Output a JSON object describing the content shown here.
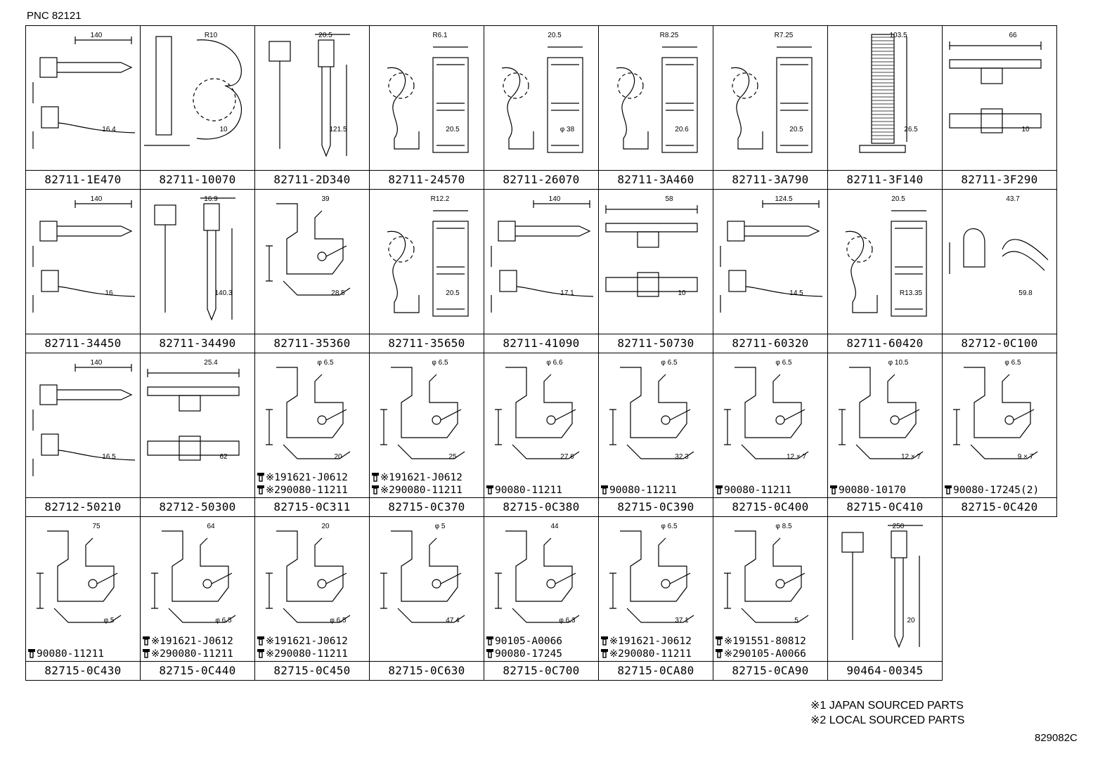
{
  "header": {
    "pnc": "PNC 82121"
  },
  "footer": {
    "notes": [
      "※1 JAPAN SOURCED PARTS",
      "※2 LOCAL SOURCED PARTS"
    ],
    "code": "829082C"
  },
  "rows": [
    [
      {
        "part": "82711-1E470",
        "dims": [
          "140",
          "16.4"
        ],
        "kind": "clip"
      },
      {
        "part": "82711-10070",
        "dims": [
          "R10",
          "10"
        ],
        "kind": "ring"
      },
      {
        "part": "82711-2D340",
        "dims": [
          "20.5",
          "121.5"
        ],
        "kind": "tie"
      },
      {
        "part": "82711-24570",
        "dims": [
          "R6.1",
          "20.5"
        ],
        "kind": "clamp"
      },
      {
        "part": "82711-26070",
        "dims": [
          "20.5",
          "φ 38"
        ],
        "kind": "clamp"
      },
      {
        "part": "82711-3A460",
        "dims": [
          "R8.25",
          "20.6"
        ],
        "kind": "clamp"
      },
      {
        "part": "82711-3A790",
        "dims": [
          "R7.25",
          "20.5"
        ],
        "kind": "clamp"
      },
      {
        "part": "82711-3F140",
        "dims": [
          "103.5",
          "26.5"
        ],
        "kind": "band"
      },
      {
        "part": "82711-3F290",
        "dims": [
          "66",
          "10"
        ],
        "kind": "strip"
      }
    ],
    [
      {
        "part": "82711-34450",
        "dims": [
          "140",
          "16"
        ],
        "kind": "clip"
      },
      {
        "part": "82711-34490",
        "dims": [
          "16.9",
          "140.3"
        ],
        "kind": "tie"
      },
      {
        "part": "82711-35360",
        "dims": [
          "39",
          "28.5"
        ],
        "kind": "bracket"
      },
      {
        "part": "82711-35650",
        "dims": [
          "R12.2",
          "20.5"
        ],
        "kind": "clamp"
      },
      {
        "part": "82711-41090",
        "dims": [
          "140",
          "17.1"
        ],
        "kind": "clip"
      },
      {
        "part": "82711-50730",
        "dims": [
          "58",
          "10"
        ],
        "kind": "strip"
      },
      {
        "part": "82711-60320",
        "dims": [
          "124.5",
          "14.5"
        ],
        "kind": "clip"
      },
      {
        "part": "82711-60420",
        "dims": [
          "20.5",
          "R13.35"
        ],
        "kind": "clamp"
      },
      {
        "part": "82712-0C100",
        "dims": [
          "43.7",
          "59.8"
        ],
        "kind": "elbow"
      }
    ],
    [
      {
        "part": "82712-50210",
        "dims": [
          "140",
          "16.5"
        ],
        "kind": "clip"
      },
      {
        "part": "82712-50300",
        "dims": [
          "25.4",
          "62"
        ],
        "kind": "strip"
      },
      {
        "part": "82715-0C311",
        "dims": [
          "φ 6.5",
          "20"
        ],
        "kind": "bracket",
        "bolts": [
          "※191621-J0612",
          "※290080-11211"
        ]
      },
      {
        "part": "82715-0C370",
        "dims": [
          "φ 6.5",
          "25"
        ],
        "kind": "bracket",
        "bolts": [
          "※191621-J0612",
          "※290080-11211"
        ]
      },
      {
        "part": "82715-0C380",
        "dims": [
          "φ 6.6",
          "27.6"
        ],
        "kind": "bracket",
        "bolts": [
          "90080-11211"
        ]
      },
      {
        "part": "82715-0C390",
        "dims": [
          "φ 6.5",
          "32.3"
        ],
        "kind": "bracket",
        "bolts": [
          "90080-11211"
        ]
      },
      {
        "part": "82715-0C400",
        "dims": [
          "φ 6.5",
          "12 × 7"
        ],
        "kind": "bracket",
        "bolts": [
          "90080-11211"
        ]
      },
      {
        "part": "82715-0C410",
        "dims": [
          "φ 10.5",
          "12 × 7"
        ],
        "kind": "bracket",
        "bolts": [
          "90080-10170"
        ]
      },
      {
        "part": "82715-0C420",
        "dims": [
          "φ 6.5",
          "9 × 7"
        ],
        "kind": "bracket",
        "bolts": [
          "90080-17245(2)"
        ]
      }
    ],
    [
      {
        "part": "82715-0C430",
        "dims": [
          "75",
          "φ 5"
        ],
        "kind": "bracket",
        "bolts": [
          "90080-11211"
        ]
      },
      {
        "part": "82715-0C440",
        "dims": [
          "64",
          "φ 6.5"
        ],
        "kind": "bracket",
        "bolts": [
          "※191621-J0612",
          "※290080-11211"
        ]
      },
      {
        "part": "82715-0C450",
        "dims": [
          "20",
          "φ 6.5"
        ],
        "kind": "bracket",
        "bolts": [
          "※191621-J0612",
          "※290080-11211"
        ]
      },
      {
        "part": "82715-0C630",
        "dims": [
          "φ 5",
          "47.4"
        ],
        "kind": "bracket"
      },
      {
        "part": "82715-0C700",
        "dims": [
          "44",
          "φ 6.3"
        ],
        "kind": "bracket",
        "bolts": [
          "90105-A0066",
          "90080-17245"
        ]
      },
      {
        "part": "82715-0CA80",
        "dims": [
          "φ 6.5",
          "37.1"
        ],
        "kind": "bracket",
        "bolts": [
          "※191621-J0612",
          "※290080-11211"
        ]
      },
      {
        "part": "82715-0CA90",
        "dims": [
          "φ 8.5",
          "5"
        ],
        "kind": "bracket",
        "bolts": [
          "※191551-80812",
          "※290105-A0066"
        ]
      },
      {
        "part": "90464-00345",
        "dims": [
          "250",
          "20"
        ],
        "kind": "tie"
      }
    ]
  ]
}
